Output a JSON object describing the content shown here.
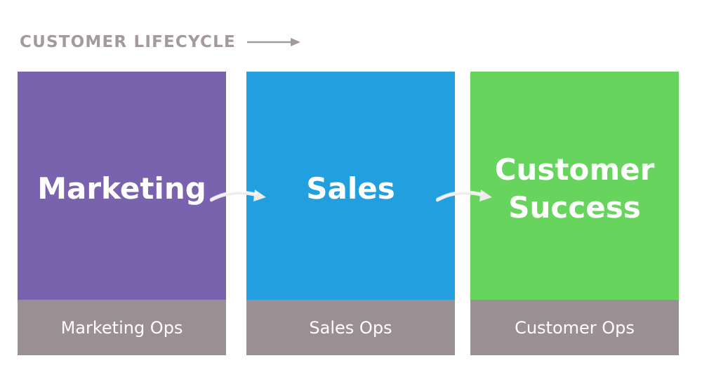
{
  "lifecycle": {
    "heading": "CUSTOMER LIFECYCLE",
    "heading_color": "#a39a9c",
    "heading_arrow_icon": "long-right-arrow-icon",
    "connector_icon": "curved-right-arrow-icon",
    "ops_color": "#9a8f92",
    "stages": [
      {
        "title": "Marketing",
        "ops": "Marketing Ops",
        "color": "#7a63ae"
      },
      {
        "title": "Sales",
        "ops": "Sales Ops",
        "color": "#219fdf"
      },
      {
        "title": "Customer\nSuccess",
        "ops": "Customer Ops",
        "color": "#66d45d"
      }
    ]
  }
}
